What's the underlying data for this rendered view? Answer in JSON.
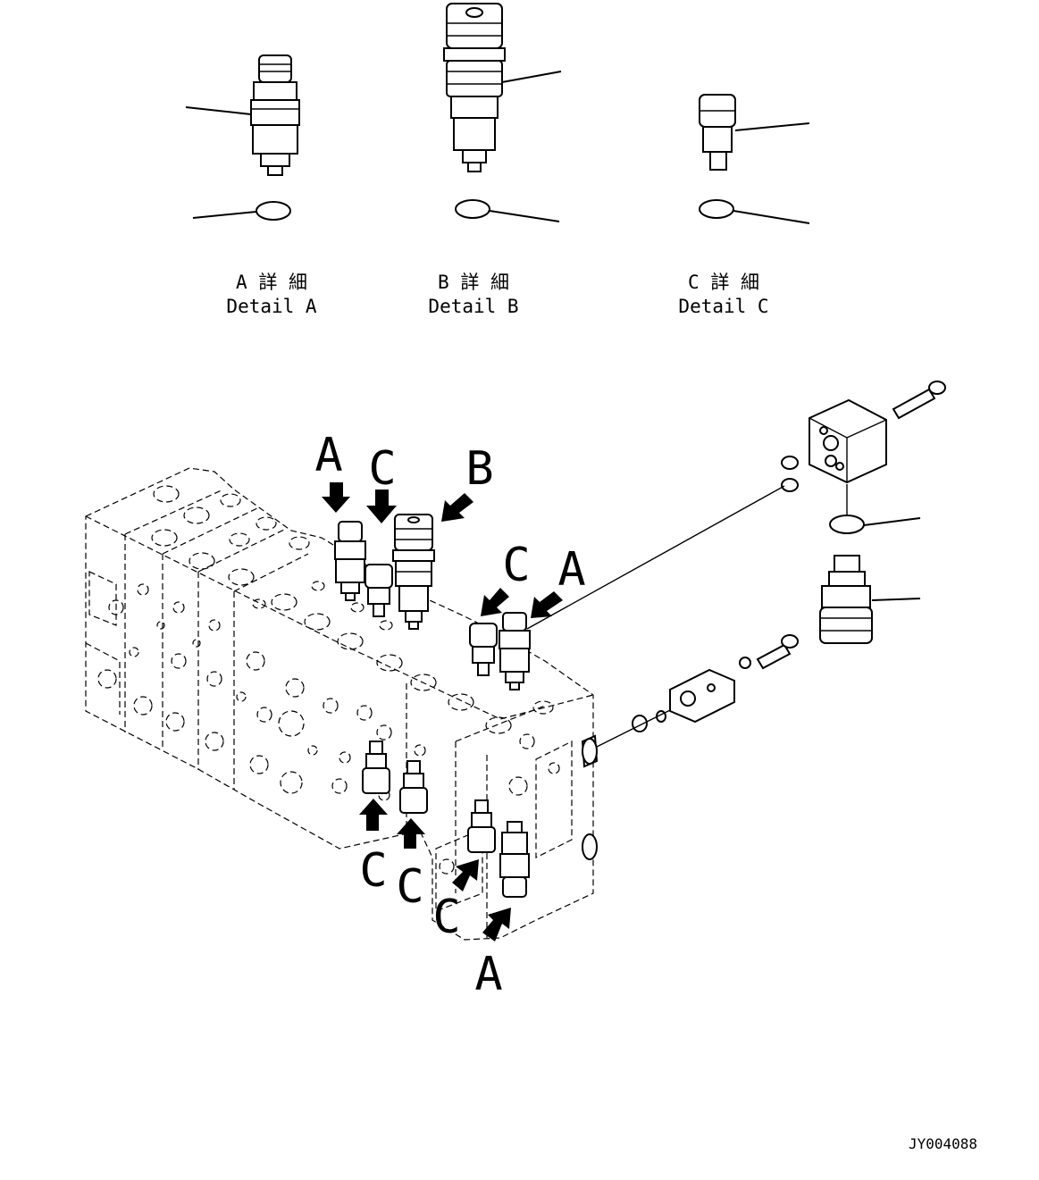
{
  "details": [
    {
      "jp": "A 詳 細",
      "en": "Detail A"
    },
    {
      "jp": "B 詳 細",
      "en": "Detail B"
    },
    {
      "jp": "C 詳 細",
      "en": "Detail C"
    }
  ],
  "callouts": {
    "a1": "A",
    "c1": "C",
    "b1": "B",
    "c2": "C",
    "a2": "A",
    "c3": "C",
    "c4": "C",
    "c5": "C",
    "a3": "A"
  },
  "drawing_id": "JY004088"
}
